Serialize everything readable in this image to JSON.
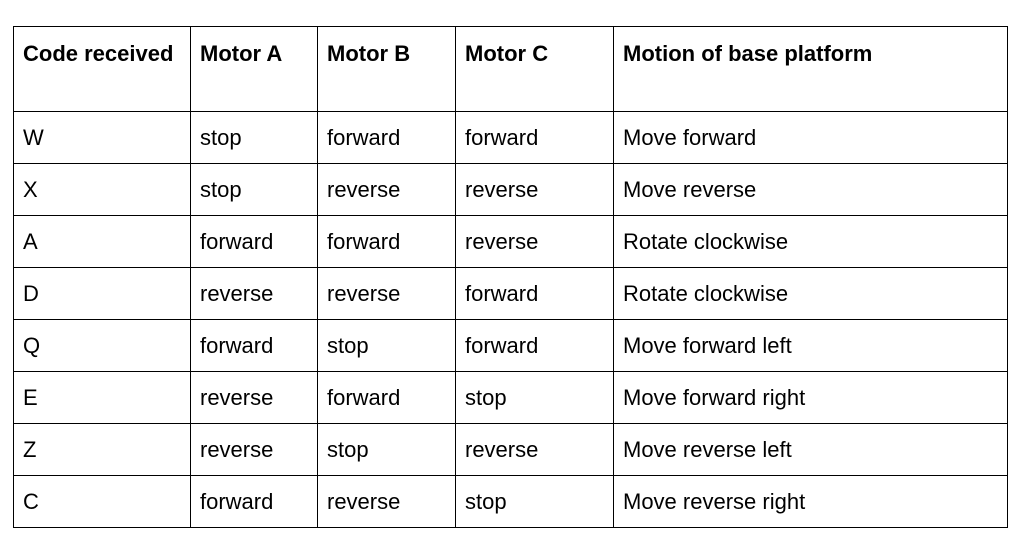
{
  "table": {
    "headers": [
      "Code received",
      "Motor A",
      "Motor B",
      "Motor C",
      "Motion of base platform"
    ],
    "rows": [
      [
        "W",
        "stop",
        "forward",
        "forward",
        "Move forward"
      ],
      [
        "X",
        "stop",
        "reverse",
        "reverse",
        "Move reverse"
      ],
      [
        "A",
        "forward",
        "forward",
        "reverse",
        "Rotate clockwise"
      ],
      [
        "D",
        "reverse",
        "reverse",
        "forward",
        "Rotate clockwise"
      ],
      [
        "Q",
        "forward",
        "stop",
        "forward",
        "Move forward left"
      ],
      [
        "E",
        "reverse",
        "forward",
        "stop",
        "Move forward right"
      ],
      [
        "Z",
        "reverse",
        "stop",
        "reverse",
        "Move reverse left"
      ],
      [
        "C",
        "forward",
        "reverse",
        "stop",
        "Move reverse right"
      ]
    ]
  }
}
